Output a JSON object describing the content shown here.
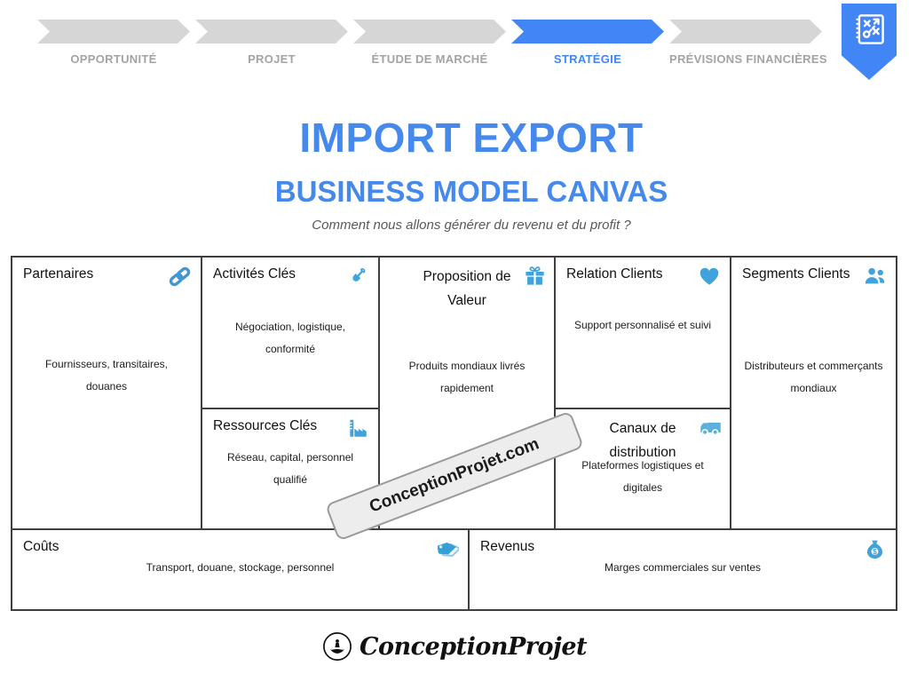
{
  "nav": {
    "steps": [
      {
        "label": "OPPORTUNITÉ",
        "active": false
      },
      {
        "label": "PROJET",
        "active": false
      },
      {
        "label": "ÉTUDE DE MARCHÉ",
        "active": false
      },
      {
        "label": "STRATÉGIE",
        "active": true
      },
      {
        "label": "PRÉVISIONS FINANCIÈRES",
        "active": false
      }
    ],
    "badge_icon": "strategy-playbook-icon"
  },
  "header": {
    "title": "IMPORT EXPORT",
    "subtitle": "BUSINESS MODEL CANVAS",
    "tagline": "Comment nous allons générer du revenu et du profit ?"
  },
  "canvas": {
    "cells": {
      "partenaires": {
        "title": "Partenaires",
        "icon": "chain-link-icon",
        "content": "Fournisseurs, transitaires, douanes"
      },
      "activites": {
        "title": "Activités Clés",
        "icon": "shovel-icon",
        "content": "Négociation, logistique, conformité"
      },
      "ressources": {
        "title": "Ressources Clés",
        "icon": "factory-icon",
        "content": "Réseau, capital, personnel qualifié"
      },
      "proposition": {
        "title": "Proposition de Valeur",
        "icon": "gift-icon",
        "content": "Produits mondiaux livrés rapidement"
      },
      "relation": {
        "title": "Relation Clients",
        "icon": "heart-icon",
        "content": "Support personnalisé et suivi"
      },
      "canaux": {
        "title": "Canaux de distribution",
        "icon": "truck-icon",
        "content": "Plateformes logistiques et digitales"
      },
      "segments": {
        "title": "Segments Clients",
        "icon": "people-icon",
        "content": "Distributeurs et commerçants mondiaux"
      },
      "couts": {
        "title": "Coûts",
        "icon": "price-tag-icon",
        "content": "Transport, douane, stockage, personnel"
      },
      "revenus": {
        "title": "Revenus",
        "icon": "money-bag-icon",
        "content": "Marges commerciales sur ventes"
      }
    }
  },
  "watermark": {
    "text": "ConceptionProjet.com"
  },
  "footer": {
    "logo_text": "ConceptionProjet",
    "logo_icon": "hand-holding-piece-icon"
  },
  "colors": {
    "accent_blue": "#4285f4",
    "icon_blue": "#41a3dc",
    "chevron_gray": "#d6d6d6",
    "nav_label_gray": "#a3a3a3",
    "border_dark": "#3f3f3f"
  }
}
